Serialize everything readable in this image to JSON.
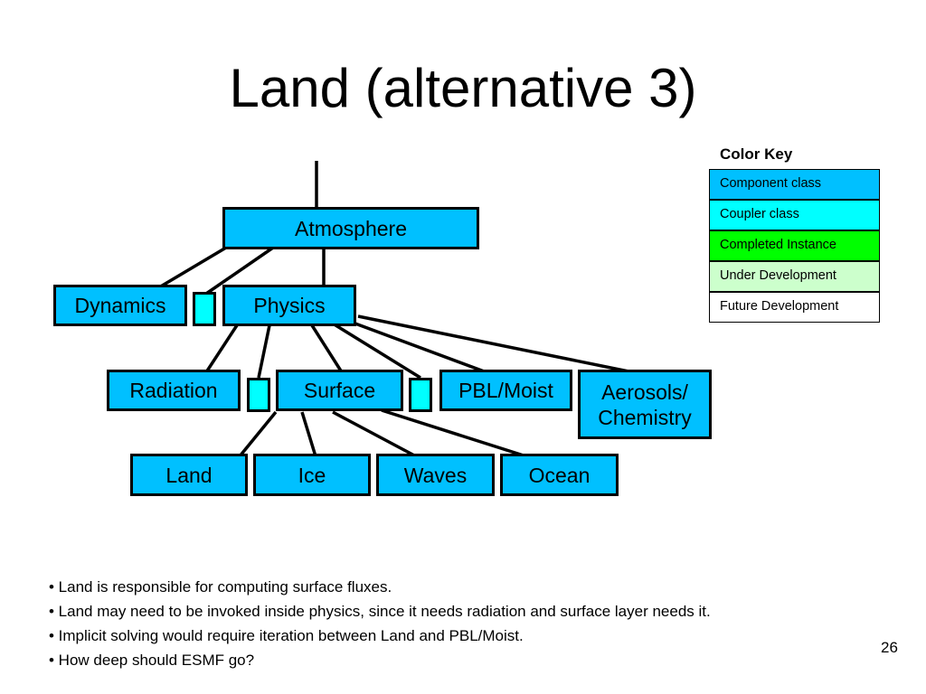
{
  "slide": {
    "title": "Land (alternative 3)",
    "page_number": "26"
  },
  "colors": {
    "component_class": "#00c0ff",
    "coupler_class": "#00ffff",
    "completed_instance": "#00ff00",
    "under_development": "#ccffcc",
    "future_development": "#ffffff"
  },
  "diagram": {
    "nodes": {
      "atmosphere": "Atmosphere",
      "dynamics": "Dynamics",
      "physics": "Physics",
      "radiation": "Radiation",
      "surface": "Surface",
      "pbl_moist": "PBL/Moist",
      "aerosols_line1": "Aerosols/",
      "aerosols_line2": "Chemistry",
      "land": "Land",
      "ice": "Ice",
      "waves": "Waves",
      "ocean": "Ocean"
    }
  },
  "color_key": {
    "title": "Color Key",
    "items": [
      {
        "label": "Component class",
        "color": "#00c0ff"
      },
      {
        "label": "Coupler class",
        "color": "#00ffff"
      },
      {
        "label": "Completed Instance",
        "color": "#00ff00"
      },
      {
        "label": "Under Development",
        "color": "#ccffcc"
      },
      {
        "label": "Future Development",
        "color": "#ffffff"
      }
    ]
  },
  "bullets": [
    "• Land is responsible for computing surface fluxes.",
    "• Land may need to be invoked inside physics, since it needs radiation and surface layer needs it.",
    "• Implicit solving would require iteration between Land and PBL/Moist.",
    "• How deep should ESMF go?"
  ]
}
